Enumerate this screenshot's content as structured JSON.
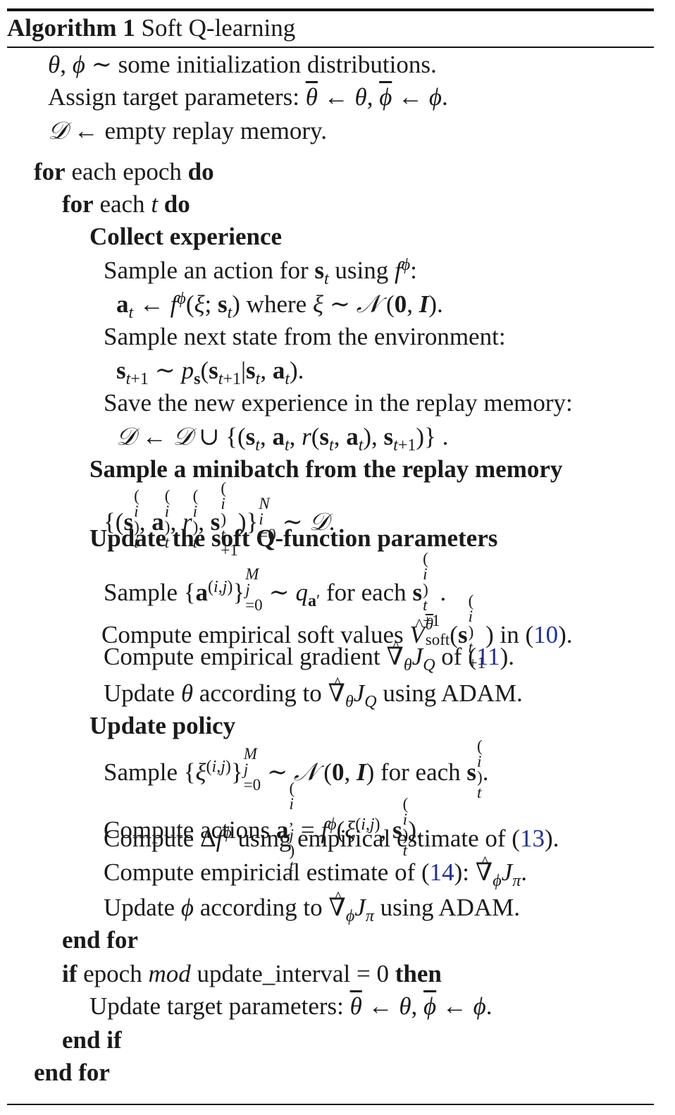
{
  "algorithm": {
    "label": "Algorithm 1",
    "name": "Soft Q-learning"
  },
  "lines": {
    "init_desc": "some initialization distributions.",
    "assign_prefix": "Assign target parameters:",
    "replay_desc": "empty replay memory.",
    "for_kw": "for",
    "each_epoch": "each epoch",
    "do_kw": "do",
    "each_t": "each",
    "collect_header": "Collect experience",
    "sample_action": "Sample an action for",
    "using": "using",
    "where": "where",
    "sample_next": "Sample next state from the environment:",
    "save_exp": "Save the new experience in the replay memory:",
    "minibatch_header": "Sample a minibatch from the replay memory",
    "update_q_header": "Update the soft Q-function parameters",
    "sample_word": "Sample",
    "for_each": "for each",
    "compute_soft_values": "Compute empirical soft values",
    "in_word": "in",
    "ref_10": "10",
    "compute_gradient": "Compute empirical gradient",
    "of_word": "of",
    "ref_11": "11",
    "update_theta_a": "Update",
    "update_theta_b": "according to",
    "using_adam": "using ADAM.",
    "update_policy_header": "Update policy",
    "compute_actions": "Compute actions",
    "compute_delta": "Compute",
    "using_estimate": "using empirical estimate of",
    "ref_13": "13",
    "compute_empiricial": "Compute empiricial estimate of",
    "ref_14": "14",
    "end_for": "end for",
    "if_kw": "if",
    "epoch_word": "epoch",
    "mod_word": "mod",
    "update_interval": "update_interval",
    "then_kw": "then",
    "update_target": "Update target parameters:",
    "end_if": "end if"
  }
}
